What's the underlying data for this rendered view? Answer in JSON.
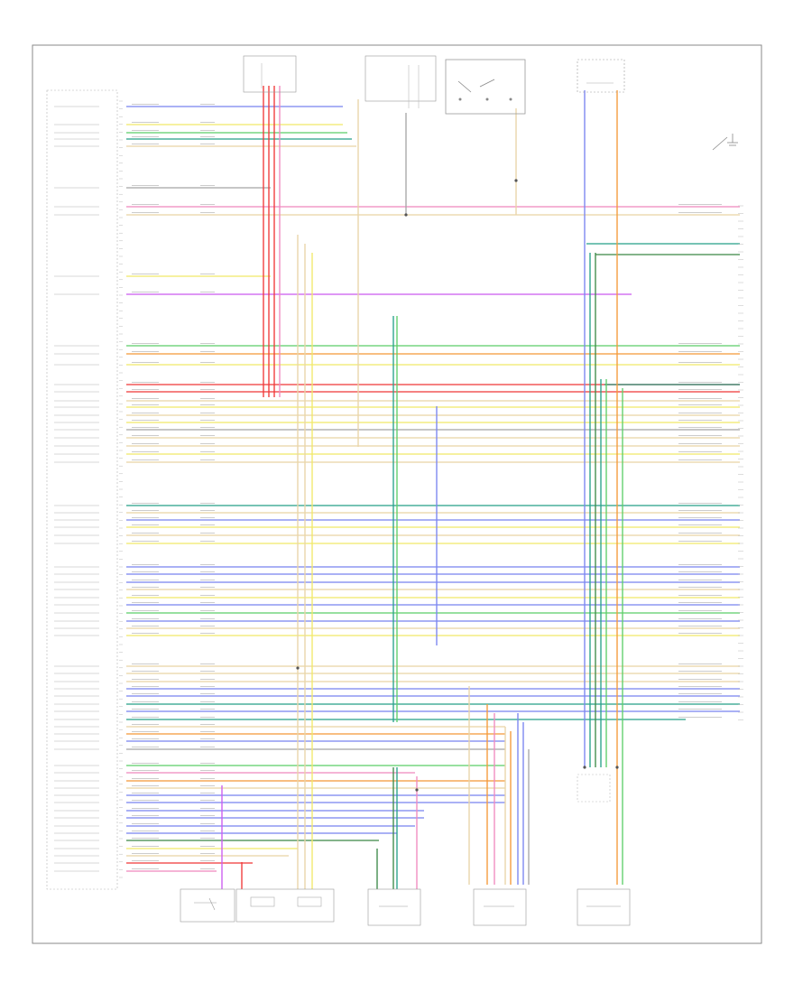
{
  "page_label": "",
  "wire_colors": {
    "blue": "#7b86f0",
    "yellow": "#f1e96a",
    "green": "#5fcf6a",
    "red": "#f03a3a",
    "pink": "#f08ac0",
    "magenta": "#cc5df0",
    "orange": "#f59a3a",
    "teal": "#2aa28a",
    "tan": "#e9d5a8",
    "gray": "#a8a8a8",
    "dark_green": "#3f8a4a",
    "purple": "#9a7ae0"
  },
  "components": [
    {
      "id": "pcm",
      "icon": "connector-block-icon"
    },
    {
      "id": "top-connector-a",
      "icon": "connector-icon"
    },
    {
      "id": "top-connector-b",
      "icon": "connector-icon"
    },
    {
      "id": "switch-box",
      "icon": "switch-icon"
    },
    {
      "id": "relay-top-right",
      "icon": "relay-icon"
    },
    {
      "id": "ground-top-right",
      "icon": "ground-icon"
    },
    {
      "id": "sensor-bottom-1",
      "icon": "sensor-icon"
    },
    {
      "id": "sensor-bottom-2",
      "icon": "sensor-icon"
    },
    {
      "id": "sensor-bottom-3",
      "icon": "sensor-icon"
    },
    {
      "id": "sensor-bottom-4",
      "icon": "sensor-icon"
    },
    {
      "id": "sensor-bottom-5",
      "icon": "sensor-icon"
    }
  ]
}
